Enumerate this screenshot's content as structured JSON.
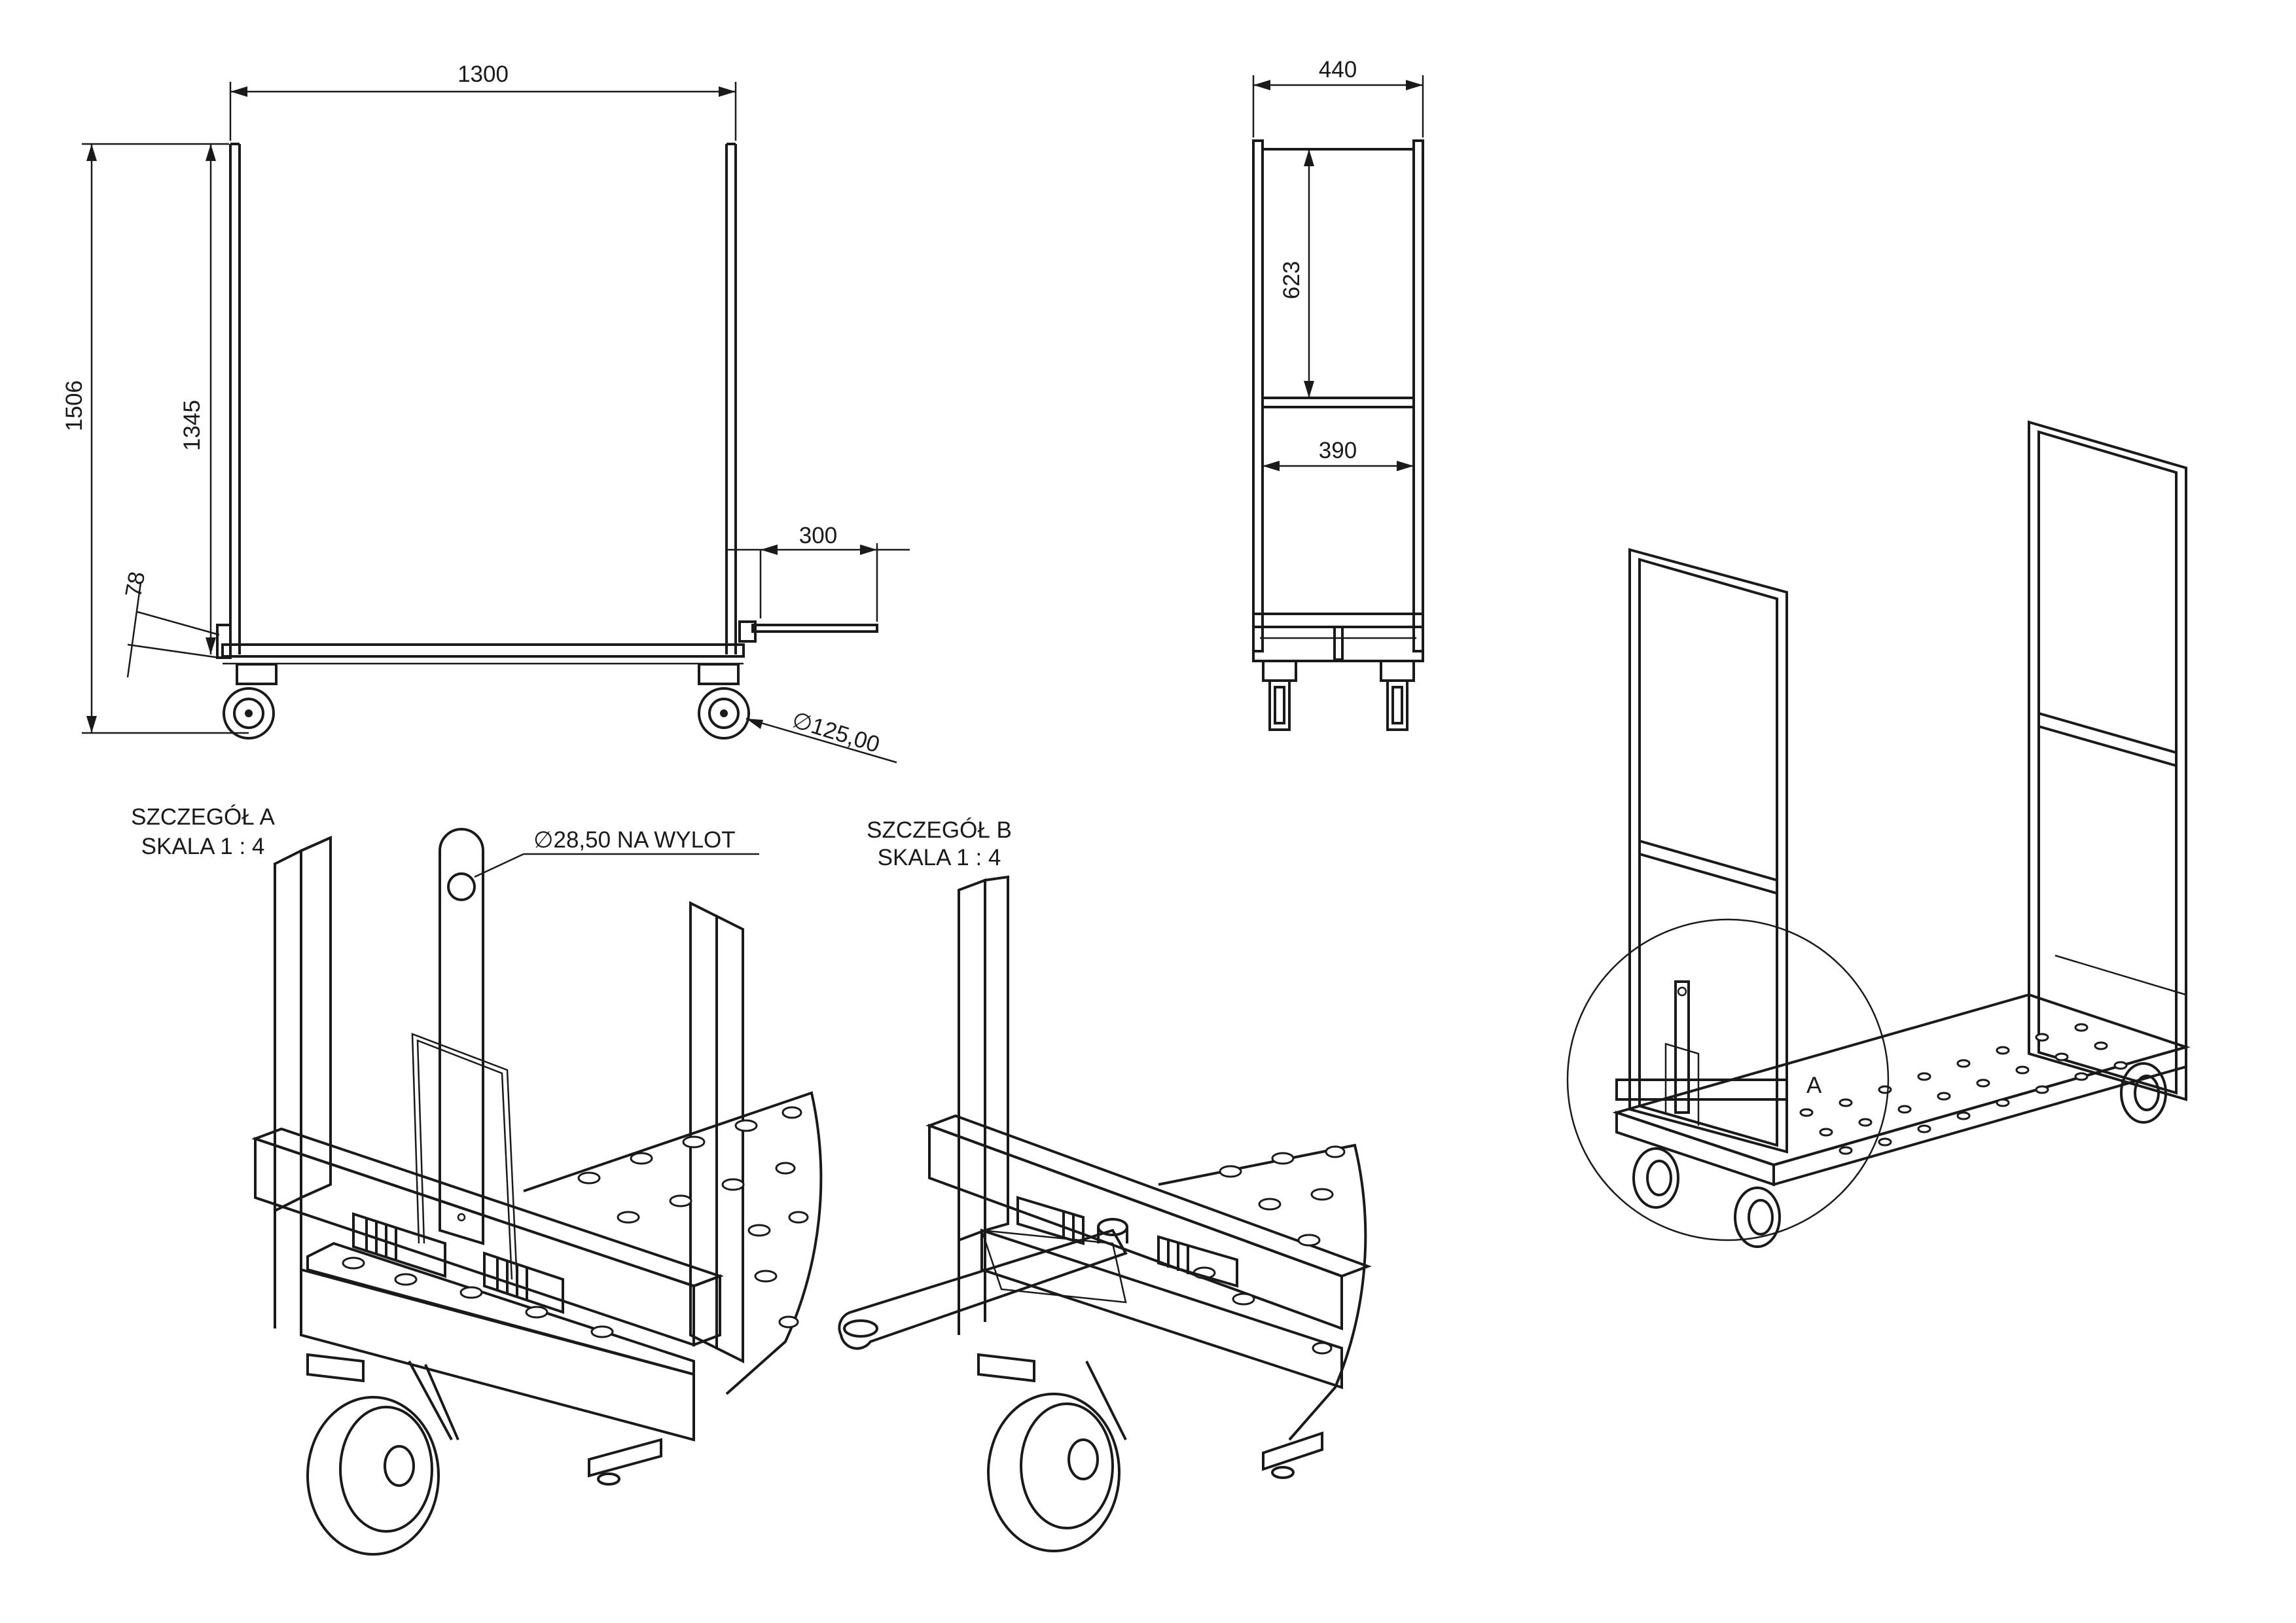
{
  "drawing": {
    "front_view": {
      "width": "1300",
      "height_total": "1506",
      "height_frame": "1345",
      "floor_height": "78",
      "handle_length": "300",
      "wheel_diameter": "∅125,00"
    },
    "side_view": {
      "width": "440",
      "inner_width": "390",
      "shelf_height": "623"
    },
    "detail_a": {
      "title": "SZCZEGÓŁ A",
      "scale": "SKALA 1 : 4",
      "hole_note": "∅28,50 NA WYLOT"
    },
    "detail_b": {
      "title": "SZCZEGÓŁ B",
      "scale": "SKALA 1 : 4"
    },
    "iso_view": {
      "detail_marker": "A"
    }
  }
}
